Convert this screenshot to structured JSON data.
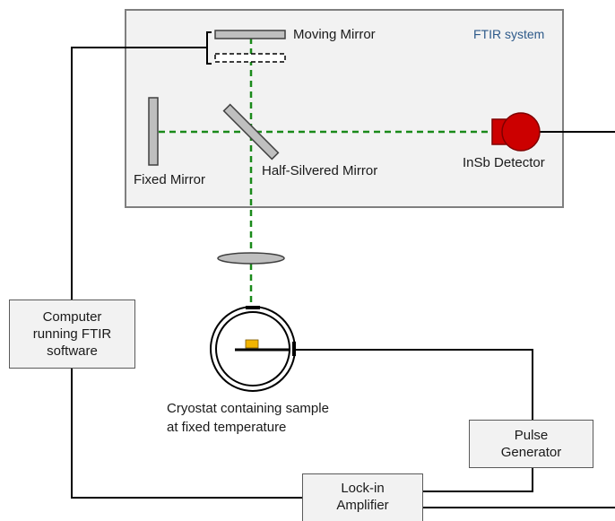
{
  "ftir": {
    "system_label": "FTIR system",
    "moving_mirror": "Moving Mirror",
    "fixed_mirror": "Fixed Mirror",
    "half_mirror": "Half-Silvered Mirror",
    "detector": "InSb Detector"
  },
  "components": {
    "computer": "Computer\nrunning FTIR\nsoftware",
    "cryostat": "Cryostat containing sample\nat fixed temperature",
    "pulse_generator": "Pulse\nGenerator",
    "lockin": "Lock-in\nAmplifier"
  },
  "colors": {
    "beam": "#1a8a1a",
    "detector": "#cc0000",
    "sample": "#f2b400",
    "system_title": "#2e5a8a",
    "panel_fill": "#f2f2f2",
    "mirror_fill": "#bfbfbf"
  }
}
